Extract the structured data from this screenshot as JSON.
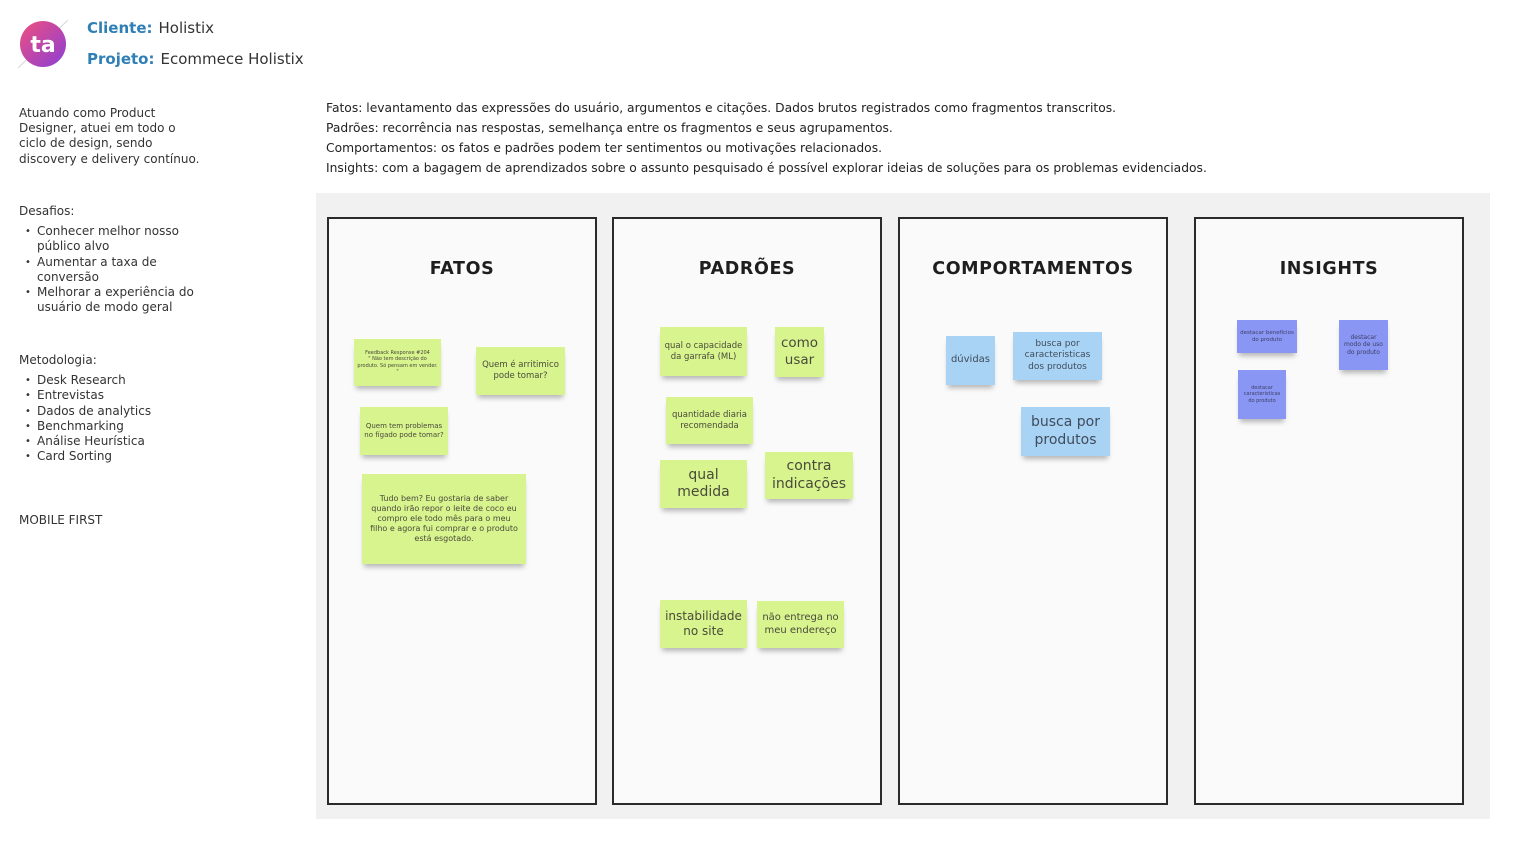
{
  "header": {
    "client_label": "Cliente:",
    "client_value": "Holistix",
    "project_label": "Projeto:",
    "project_value": "Ecommece Holistix",
    "logo_text": "ta"
  },
  "intro": {
    "lines": [
      "Atuando como Product",
      "Designer, atuei em todo o",
      "ciclo de design, sendo",
      "discovery e delivery contínuo."
    ]
  },
  "challenges": {
    "title": "Desafios:",
    "items": [
      [
        "Conhecer melhor nosso",
        "público alvo"
      ],
      [
        "Aumentar a taxa de",
        "conversão"
      ],
      [
        "Melhorar a experiência do",
        "usuário de modo geral"
      ]
    ]
  },
  "methodology": {
    "title": "Metodologia:",
    "items": [
      "Desk Research",
      "Entrevistas",
      "Dados de analytics",
      "Benchmarking",
      "Análise Heurística",
      "Card Sorting"
    ]
  },
  "mobile_first": "MOBILE FIRST",
  "definitions": [
    "Fatos: levantamento das expressões do usuário, argumentos e citações. Dados brutos registrados como fragmentos transcritos.",
    "Padrões: recorrência nas respostas, semelhança entre os fragmentos e seus agrupamentos.",
    "Comportamentos: os fatos e padrões podem ter sentimentos ou motivações relacionados.",
    "Insights: com a bagagem de aprendizados sobre o assunto pesquisado é possível explorar ideias de soluções para os problemas evidenciados."
  ],
  "columns": [
    {
      "title": "FATOS",
      "notes": [
        "Feedback Response #204\n\" Não tem descrição do produto. Só pensam em vender. \"",
        "Quem é arritimico pode tomar?",
        "Quem tem problemas no fígado pode tomar?",
        "Tudo bem? Eu gostaria de saber quando irão repor o leite de coco eu compro ele todo mês para o meu filho e agora fui comprar e o produto está esgotado."
      ]
    },
    {
      "title": "PADRÕES",
      "notes": [
        "qual o capacidade da garrafa (ML)",
        "como usar",
        "quantidade diaria recomendada",
        "qual medida",
        "contra indicações",
        "instabilidade no site",
        "não entrega no meu endereço"
      ]
    },
    {
      "title": "COMPORTAMENTOS",
      "notes": [
        "dúvidas",
        "busca por caracteristicas dos produtos",
        "busca por produtos"
      ]
    },
    {
      "title": "INSIGHTS",
      "notes": [
        "destacar benefícios do produto",
        "destacar modo de uso do produto",
        "destacar caracteristicas do produto"
      ]
    }
  ],
  "colors": {
    "accent_label": "#2f7fb7",
    "sticky_green": "#d8f48f",
    "sticky_blue": "#a9d3f5",
    "sticky_purple": "#8a96f3",
    "board_bg": "#f1f1f1",
    "logo_gradient_start": "#e0407e",
    "logo_gradient_end": "#7a3fd0"
  }
}
